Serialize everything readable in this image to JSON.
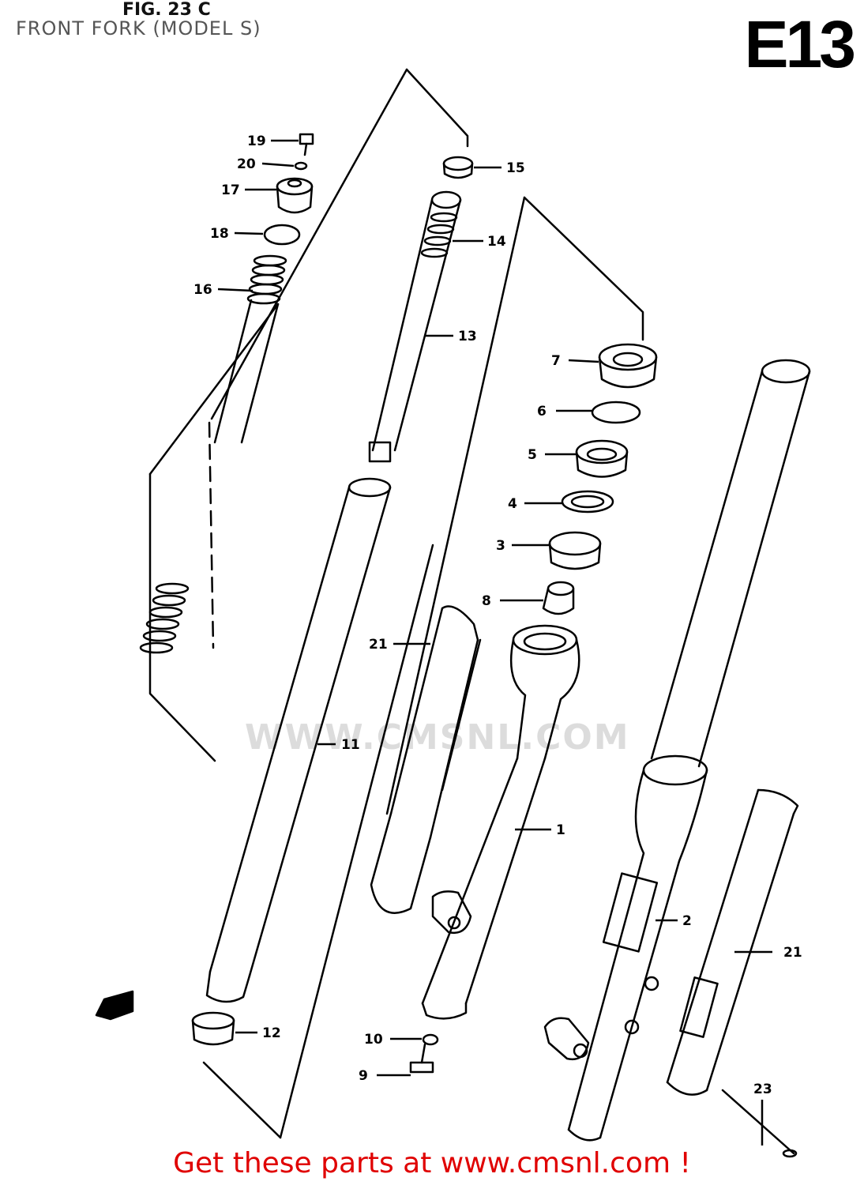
{
  "header": {
    "caption": "FRONT FORK (MODEL S)",
    "figure_no": "FIG. 23 C",
    "page_id": "E13"
  },
  "watermark": "WWW.CMSNL.COM",
  "footer": {
    "link_text": "Get these parts at www.cmsnl.com !"
  },
  "parts": {
    "p19": "19",
    "p20": "20",
    "p17": "17",
    "p18": "18",
    "p16": "16",
    "p15": "15",
    "p14": "14",
    "p13": "13",
    "p7": "7",
    "p6": "6",
    "p5": "5",
    "p4": "4",
    "p3": "3",
    "p8": "8",
    "p21a": "21",
    "p11": "11",
    "p1": "1",
    "p2": "2",
    "p21b": "21",
    "p12": "12",
    "p10": "10",
    "p9": "9",
    "p23": "23"
  }
}
